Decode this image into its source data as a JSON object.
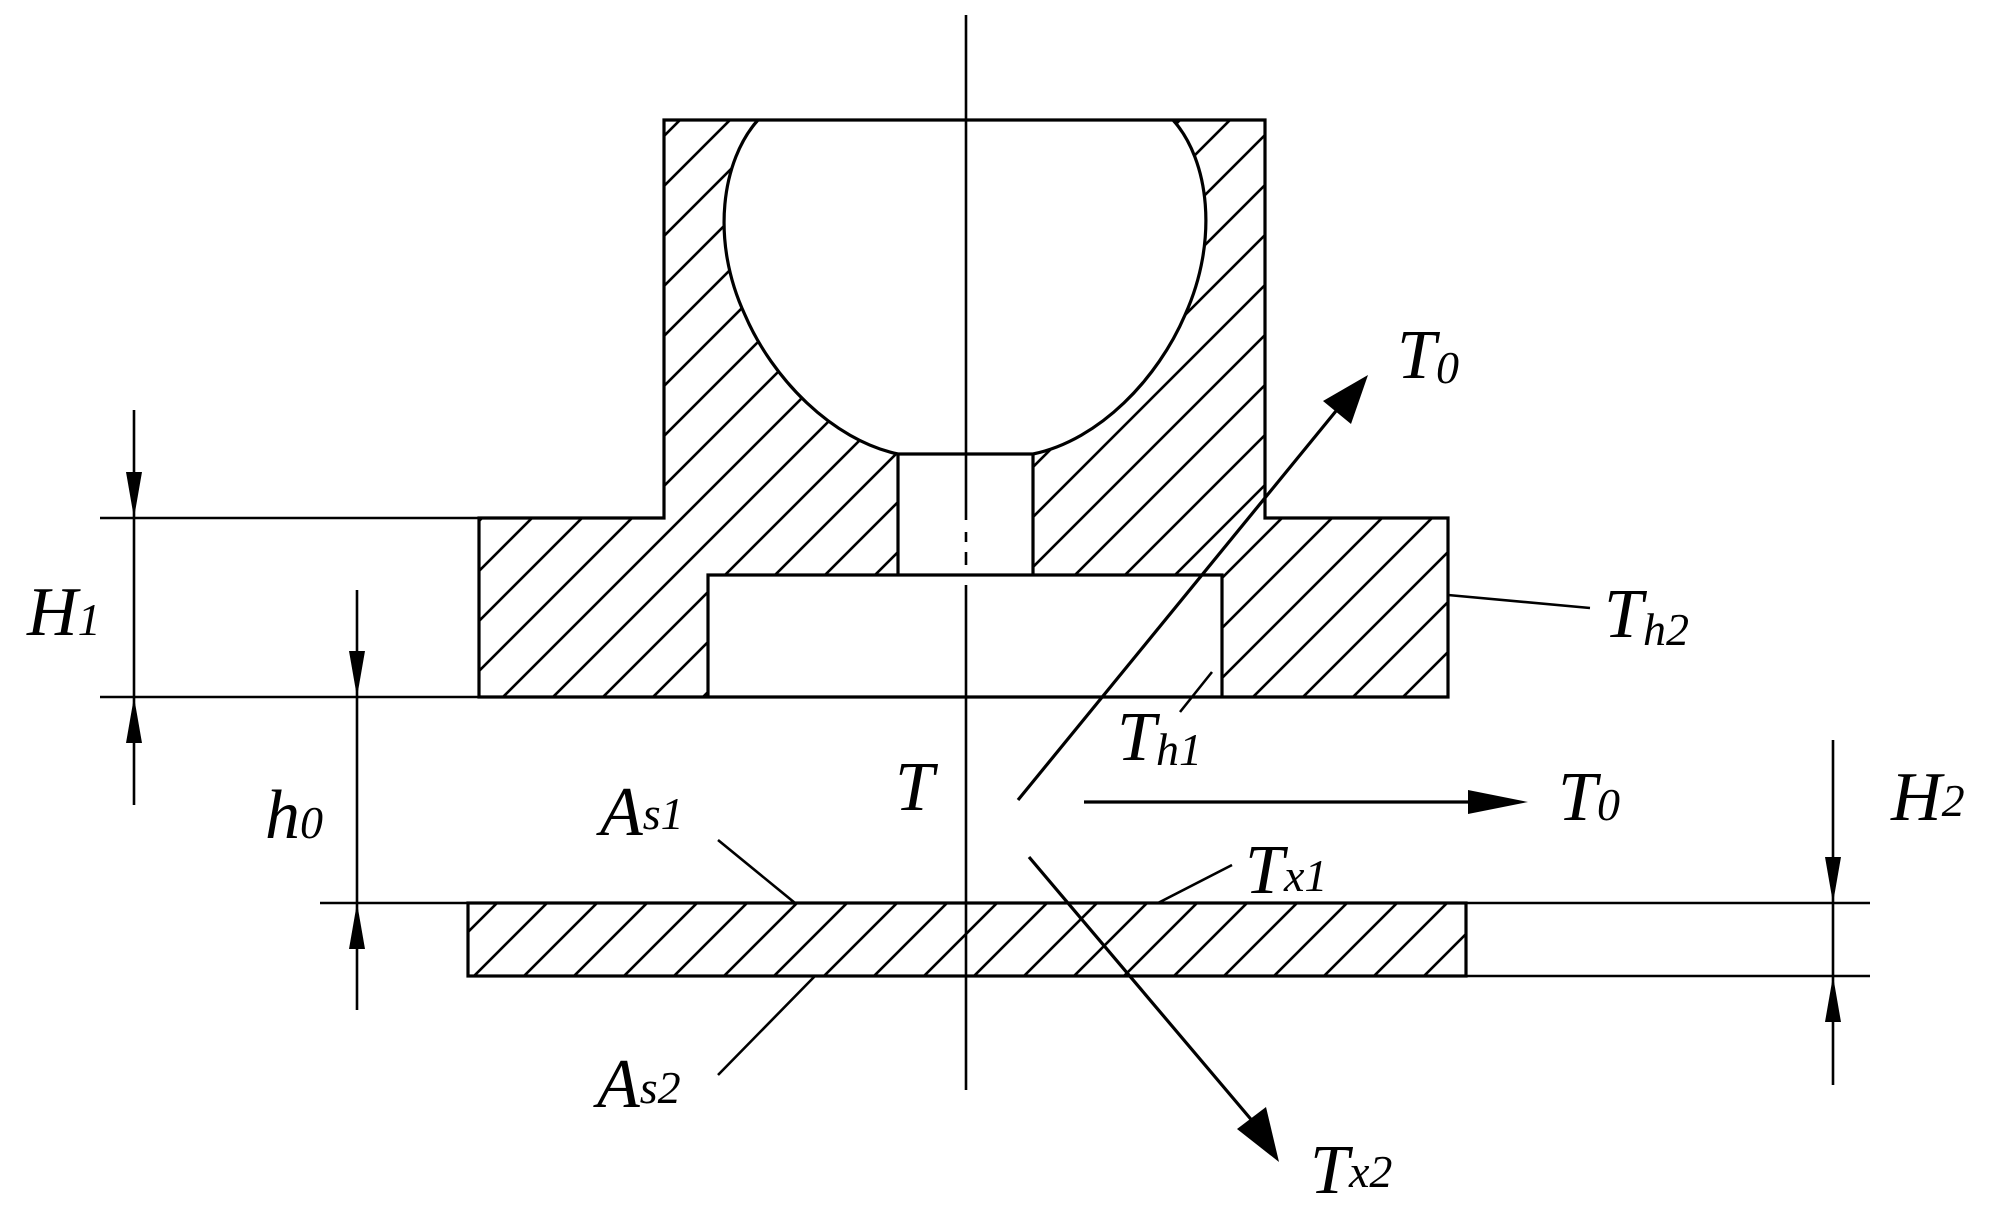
{
  "labels": {
    "T0_upper": {
      "main": "T",
      "sub": "0"
    },
    "Th2": {
      "main": "T",
      "sub": "h2"
    },
    "H1": {
      "main": "H",
      "sub": "1"
    },
    "Th1": {
      "main": "T",
      "sub": "h1"
    },
    "T": {
      "main": "T"
    },
    "T0_right": {
      "main": "T",
      "sub": "0"
    },
    "H2": {
      "main": "H",
      "sub": "2"
    },
    "h0": {
      "main": "h",
      "sub": "0"
    },
    "As1": {
      "main": "A",
      "sub": "s1"
    },
    "Tx1": {
      "main": "T",
      "sub": "x1"
    },
    "As2": {
      "main": "A",
      "sub": "s2"
    },
    "Tx2": {
      "main": "T",
      "sub": "x2"
    }
  },
  "colors": {
    "line": "#000000",
    "background": "#ffffff"
  }
}
